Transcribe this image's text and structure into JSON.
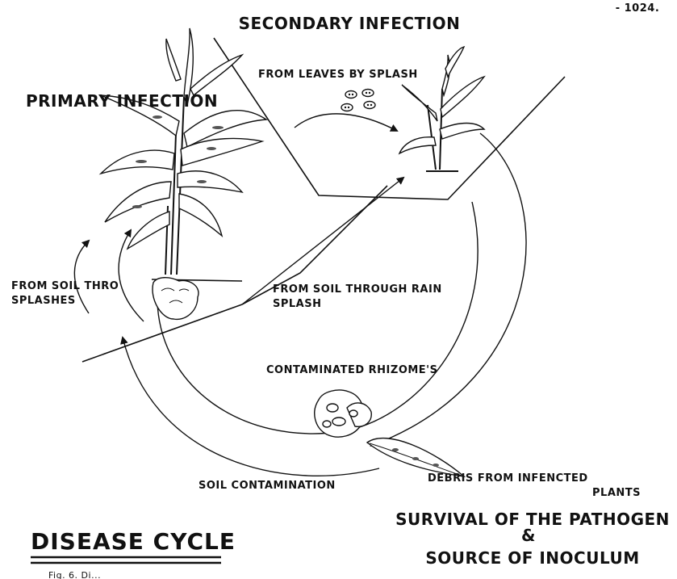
{
  "top_right_fragment": "- 1024.",
  "labels": {
    "secondary_infection": "SECONDARY INFECTION",
    "from_leaves_by_splash": "FROM LEAVES BY SPLASH",
    "primary_infection": "PRIMARY INFECTION",
    "from_soil_thro_line1": "FROM SOIL THRO",
    "from_soil_thro_line2": "SPLASHES",
    "from_soil_through_rain_line1": "FROM SOIL THROUGH RAIN",
    "from_soil_through_rain_line2": "SPLASH",
    "contaminated_rhizomes": "CONTAMINATED RHIZOME'S",
    "debris_line1": "DEBRIS FROM INFENCTED",
    "debris_line2": "PLANTS",
    "soil_contamination": "SOIL CONTAMINATION",
    "disease_cycle": "DISEASE CYCLE",
    "survival_line1": "SURVIVAL OF THE PATHOGEN",
    "survival_ampersand": "&",
    "survival_line2": "SOURCE OF INOCULUM"
  },
  "caption_fragment": "Fig. 6. Di..."
}
